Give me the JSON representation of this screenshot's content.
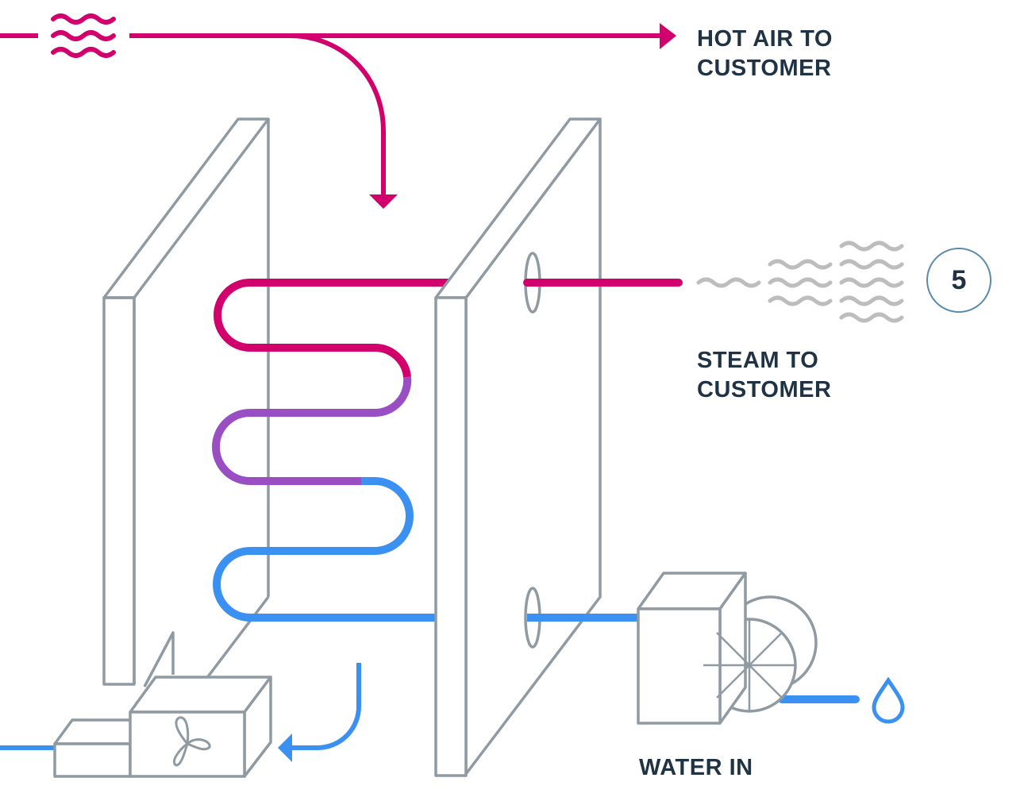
{
  "colors": {
    "hot": "#d1006c",
    "mid": "#9a4ec4",
    "cold": "#3b91f2",
    "frame": "#8f9aa2",
    "steam": "#bdbdbd",
    "text": "#1f3344",
    "badge": "#5a8aad"
  },
  "labels": {
    "hot_air": [
      "HOT AIR TO",
      "CUSTOMER"
    ],
    "steam": [
      "STEAM TO",
      "CUSTOMER"
    ],
    "water_in": "WATER IN"
  },
  "step_badge": "5",
  "icons": [
    "heat-waves-icon",
    "steam-icon",
    "fan-icon",
    "water-drop-icon",
    "pump-icon"
  ]
}
